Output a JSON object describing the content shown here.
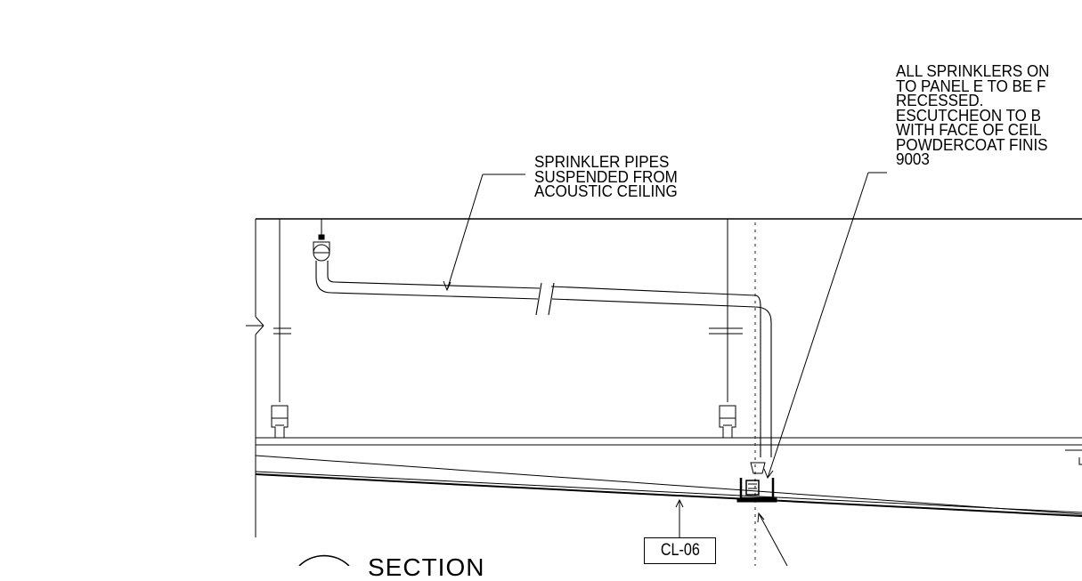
{
  "notes": {
    "pipes": {
      "lines": [
        "SPRINKLER PIPES",
        "SUSPENDED FROM",
        "ACOUSTIC CEILING"
      ]
    },
    "sprinklers": {
      "lines": [
        "ALL SPRINKLERS ON",
        "TO PANEL E TO BE F",
        "RECESSED.",
        "ESCUTCHEON TO B",
        "WITH FACE OF CEIL",
        "POWDERCOAT FINIS",
        "9003"
      ]
    }
  },
  "tag": {
    "label": "CL-06"
  },
  "section": {
    "title": "SECTION"
  }
}
